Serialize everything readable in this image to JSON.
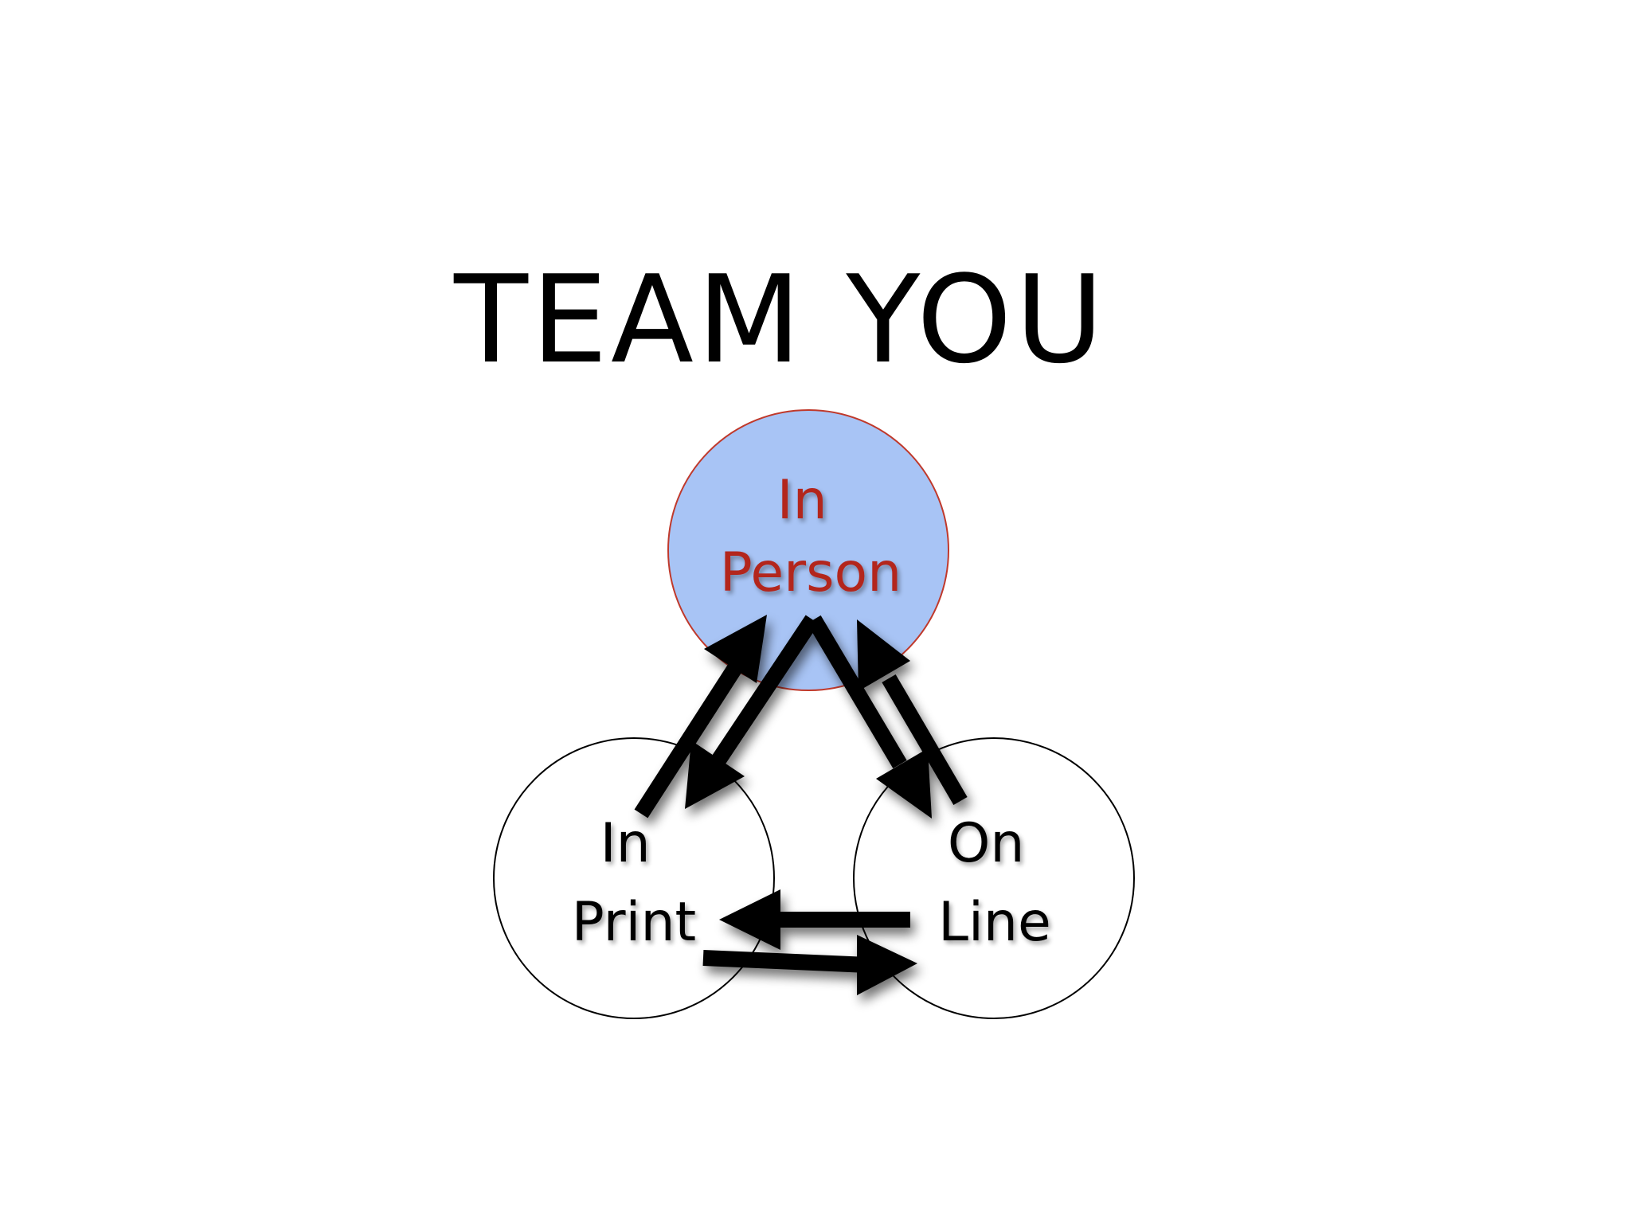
{
  "title": "TEAM YOU",
  "nodes": {
    "in_person": {
      "line1": "In",
      "line2": "Person",
      "fill": "#a8c4f5",
      "stroke": "#c0392b",
      "text_color": "#b3261e"
    },
    "in_print": {
      "line1": "In",
      "line2": "Print",
      "fill": "#ffffff",
      "stroke": "#000000",
      "text_color": "#000000"
    },
    "on_line": {
      "line1": "On",
      "line2": "Line",
      "fill": "#ffffff",
      "stroke": "#000000",
      "text_color": "#000000"
    }
  },
  "arrows": [
    {
      "from": "in_print",
      "to": "in_person"
    },
    {
      "from": "in_person",
      "to": "in_print"
    },
    {
      "from": "in_person",
      "to": "on_line"
    },
    {
      "from": "on_line",
      "to": "in_person"
    },
    {
      "from": "on_line",
      "to": "in_print"
    },
    {
      "from": "in_print",
      "to": "on_line"
    }
  ],
  "colors": {
    "arrow": "#000000",
    "background": "#ffffff"
  }
}
